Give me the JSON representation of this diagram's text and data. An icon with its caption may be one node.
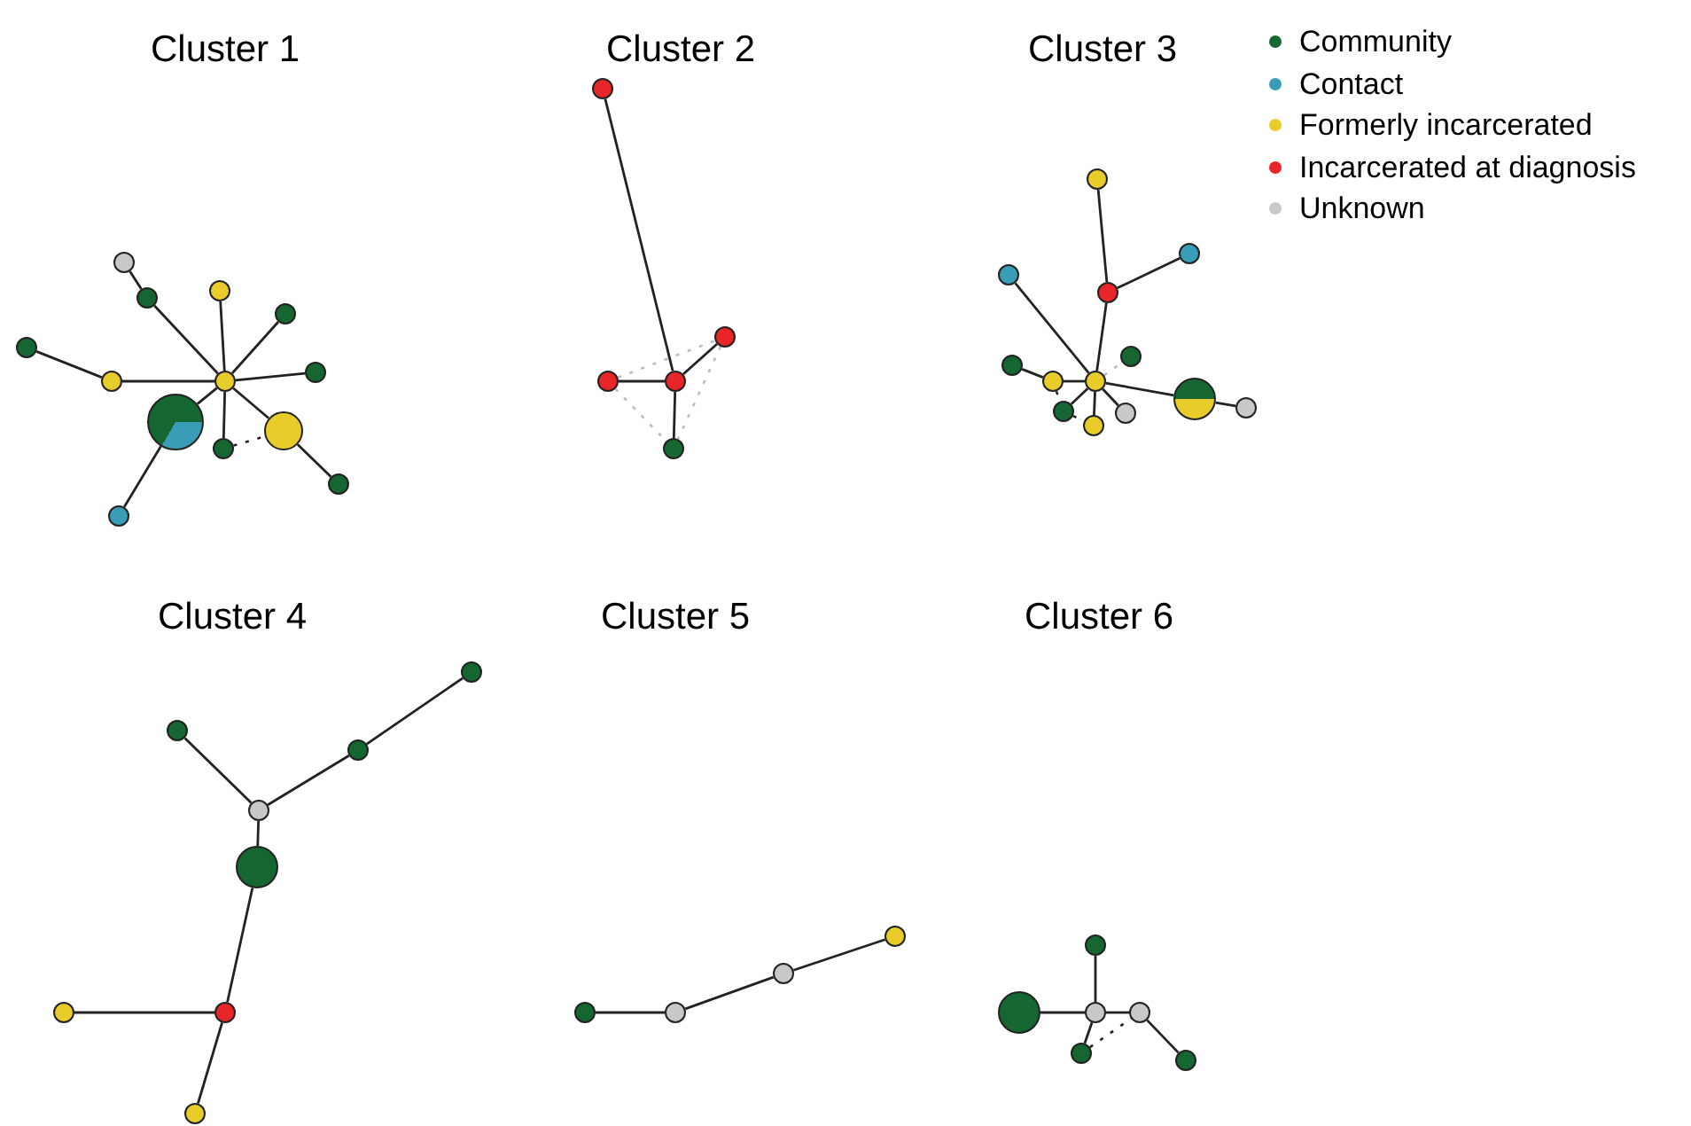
{
  "diagram": {
    "nodes": [
      {
        "text": [],
        "shape": "circle"
      },
      {
        "text": [],
        "shape": "circle"
      },
      {
        "text": [],
        "shape": "circle"
      },
      {
        "text": [],
        "shape": "circle"
      },
      {
        "text": [],
        "shape": "circle"
      },
      {
        "text": [],
        "shape": "circle"
      },
      {
        "text": [],
        "shape": "circle"
      },
      {
        "text": [],
        "shape": "circle"
      },
      {
        "text": [],
        "shape": "circle"
      },
      {
        "text": [],
        "shape": "circle"
      },
      {
        "text": [],
        "shape": "circle"
      },
      {
        "text": [],
        "shape": "circle"
      },
      {
        "text": [],
        "shape": "circle"
      },
      {
        "text": [],
        "shape": "circle"
      },
      {
        "text": [],
        "shape": "circle"
      },
      {
        "text": [],
        "shape": "circle"
      },
      {
        "text": [],
        "shape": "circle"
      },
      {
        "text": [],
        "shape": "circle"
      },
      {
        "text": [],
        "shape": "circle"
      },
      {
        "text": [],
        "shape": "circle"
      },
      {
        "text": [],
        "shape": "circle"
      },
      {
        "text": [],
        "shape": "circle"
      },
      {
        "text": [],
        "shape": "circle"
      },
      {
        "text": [],
        "shape": "circle"
      },
      {
        "text": [],
        "shape": "circle"
      },
      {
        "text": [],
        "shape": "circle"
      },
      {
        "text": [],
        "shape": "circle"
      },
      {
        "text": [],
        "shape": "circle"
      },
      {
        "text": [],
        "shape": "circle"
      },
      {
        "text": [],
        "shape": "circle"
      },
      {
        "text": [],
        "shape": "circle"
      },
      {
        "text": [],
        "shape": "circle"
      },
      {
        "text": [],
        "shape": "circle"
      },
      {
        "text": [],
        "shape": "circle"
      },
      {
        "text": [],
        "shape": "circle"
      },
      {
        "text": [],
        "shape": "circle"
      },
      {
        "text": [],
        "shape": "circle"
      },
      {
        "text": [],
        "shape": "circle"
      },
      {
        "text": [],
        "shape": "circle"
      },
      {
        "text": [],
        "shape": "circle"
      },
      {
        "text": [],
        "shape": "circle"
      },
      {
        "text": [],
        "shape": "circle"
      },
      {
        "text": [],
        "shape": "circle"
      },
      {
        "text": [],
        "shape": "circle"
      },
      {
        "text": [],
        "shape": "circle"
      },
      {
        "text": [],
        "shape": "circle"
      },
      {
        "text": [],
        "shape": "circle"
      },
      {
        "text": [],
        "shape": "circle"
      },
      {
        "text": [],
        "shape": "circle"
      }
    ],
    "edges": [
      {
        "from": 1,
        "to": 2,
        "arrow": "none"
      },
      {
        "from": 2,
        "to": 0,
        "arrow": "none"
      },
      {
        "from": 3,
        "to": 0,
        "arrow": "none"
      },
      {
        "from": 4,
        "to": 0,
        "arrow": "none"
      },
      {
        "from": 5,
        "to": 6,
        "arrow": "none"
      },
      {
        "from": 6,
        "to": 0,
        "arrow": "none"
      },
      {
        "from": 0,
        "to": 7,
        "arrow": "none"
      },
      {
        "from": 0,
        "to": 8,
        "arrow": "none"
      },
      {
        "from": 0,
        "to": 9,
        "arrow": "none"
      },
      {
        "from": 0,
        "to": 10,
        "arrow": "none"
      },
      {
        "from": 10,
        "to": 11,
        "arrow": "none"
      },
      {
        "from": 8,
        "to": 12,
        "arrow": "none"
      },
      {
        "from": 9,
        "to": 10,
        "arrow": "none",
        "style": "dashed"
      },
      {
        "from": 13,
        "to": 15,
        "arrow": "none"
      },
      {
        "from": 14,
        "to": 15,
        "arrow": "none"
      },
      {
        "from": 15,
        "to": 16,
        "arrow": "none"
      },
      {
        "from": 15,
        "to": 17,
        "arrow": "none"
      },
      {
        "from": 14,
        "to": 16,
        "arrow": "none",
        "style": "dashed",
        "color": "#bbbbbb"
      },
      {
        "from": 14,
        "to": 17,
        "arrow": "none",
        "style": "dashed",
        "color": "#bbbbbb"
      },
      {
        "from": 16,
        "to": 17,
        "arrow": "none",
        "style": "dashed",
        "color": "#bbbbbb"
      },
      {
        "from": 18,
        "to": 21,
        "arrow": "none"
      },
      {
        "from": 21,
        "to": 20,
        "arrow": "none"
      },
      {
        "from": 21,
        "to": 25,
        "arrow": "none"
      },
      {
        "from": 19,
        "to": 25,
        "arrow": "none"
      },
      {
        "from": 22,
        "to": 24,
        "arrow": "none"
      },
      {
        "from": 24,
        "to": 25,
        "arrow": "none"
      },
      {
        "from": 25,
        "to": 26,
        "arrow": "none"
      },
      {
        "from": 26,
        "to": 27,
        "arrow": "none"
      },
      {
        "from": 25,
        "to": 28,
        "arrow": "none"
      },
      {
        "from": 25,
        "to": 29,
        "arrow": "none"
      },
      {
        "from": 25,
        "to": 30,
        "arrow": "none"
      },
      {
        "from": 25,
        "to": 23,
        "arrow": "none",
        "style": "dashed",
        "color": "#bbbbbb"
      },
      {
        "from": 24,
        "to": 28,
        "arrow": "none",
        "style": "dashed"
      },
      {
        "from": 28,
        "to": 29,
        "arrow": "none",
        "style": "dashed"
      },
      {
        "from": 31,
        "to": 33,
        "arrow": "none"
      },
      {
        "from": 33,
        "to": 34,
        "arrow": "none"
      },
      {
        "from": 32,
        "to": 34,
        "arrow": "none"
      },
      {
        "from": 34,
        "to": 35,
        "arrow": "none"
      },
      {
        "from": 35,
        "to": 36,
        "arrow": "none"
      },
      {
        "from": 37,
        "to": 36,
        "arrow": "none"
      },
      {
        "from": 36,
        "to": 38,
        "arrow": "none"
      },
      {
        "from": 39,
        "to": 40,
        "arrow": "none"
      },
      {
        "from": 40,
        "to": 41,
        "arrow": "none"
      },
      {
        "from": 41,
        "to": 42,
        "arrow": "none"
      },
      {
        "from": 43,
        "to": 45,
        "arrow": "none"
      },
      {
        "from": 44,
        "to": 45,
        "arrow": "none"
      },
      {
        "from": 45,
        "to": 46,
        "arrow": "none"
      },
      {
        "from": 45,
        "to": 47,
        "arrow": "none"
      },
      {
        "from": 46,
        "to": 48,
        "arrow": "none"
      },
      {
        "from": 47,
        "to": 46,
        "arrow": "none",
        "style": "dashed"
      }
    ],
    "labels": [
      "Cluster 1",
      "Cluster 2",
      "Cluster 3",
      "Cluster 4",
      "Cluster 5",
      "Cluster 6"
    ],
    "legend": [
      {
        "text": "Community",
        "color": "#156630"
      },
      {
        "text": "Contact",
        "color": "#3a9db8"
      },
      {
        "text": "Formerly incarcerated",
        "color": "#e8cd2a"
      },
      {
        "text": "Incarcerated at diagnosis",
        "color": "#e8262a"
      },
      {
        "text": "Unknown",
        "color": "#c8c8c8"
      }
    ]
  }
}
